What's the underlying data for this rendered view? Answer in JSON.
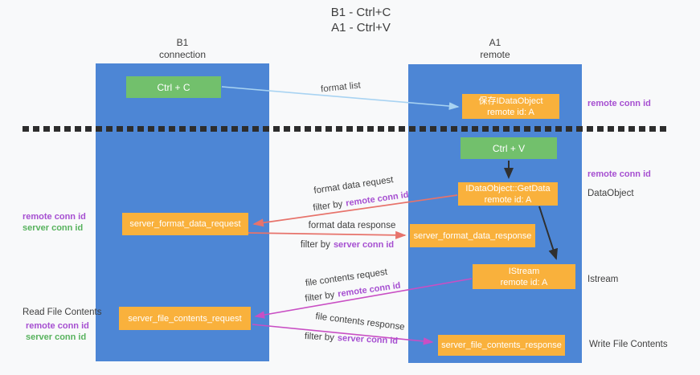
{
  "title": {
    "line1": "B1 - Ctrl+C",
    "line2": "A1 - Ctrl+V"
  },
  "lanes": {
    "left": {
      "title": "B1",
      "subtitle": "connection"
    },
    "right": {
      "title": "A1",
      "subtitle": "remote"
    }
  },
  "boxes": {
    "ctrl_c": {
      "label": "Ctrl + C"
    },
    "save_idataobject": {
      "line1": "保存IDataObject",
      "line2": "remote id: A"
    },
    "ctrl_v": {
      "label": "Ctrl + V"
    },
    "getdata": {
      "line1": "IDataObject::GetData",
      "line2": "remote id: A"
    },
    "server_format_data_request": {
      "label": "server_format_data_request"
    },
    "server_format_data_response": {
      "label": "server_format_data_response"
    },
    "istream": {
      "line1": "IStream",
      "line2": "remote id: A"
    },
    "server_file_contents_request": {
      "label": "server_file_contents_request"
    },
    "server_file_contents_response": {
      "label": "server_file_contents_response"
    }
  },
  "messages": {
    "format_list": "format list",
    "format_data_request": "format data request",
    "format_data_response": "format data response",
    "file_contents_request": "file contents request",
    "file_contents_response": "file contents response",
    "filter_by": "filter by",
    "remote_conn_id": "remote conn id",
    "server_conn_id": "server conn id"
  },
  "annotations": {
    "right": {
      "remote_conn_id_1": "remote conn id",
      "remote_conn_id_2": "remote conn id",
      "dataobject": "DataObject",
      "istream": "Istream",
      "write_file_contents": "Write File Contents"
    },
    "left": {
      "remote_conn_id_1": "remote conn id",
      "server_conn_id_1": "server conn id",
      "read_file_contents": "Read File Contents",
      "remote_conn_id_2": "remote conn id",
      "server_conn_id_2": "server conn id"
    }
  },
  "colors": {
    "lane_blue": "#4d86d5",
    "box_green": "#72c06c",
    "box_orange": "#f9b13c",
    "arrow_red": "#e7736b",
    "arrow_magenta": "#c94fc4",
    "arrow_light_blue": "#a8d3f2",
    "arrow_black": "#2f2f2f",
    "text_purple": "#a64fd1",
    "text_green": "#57b25d"
  }
}
